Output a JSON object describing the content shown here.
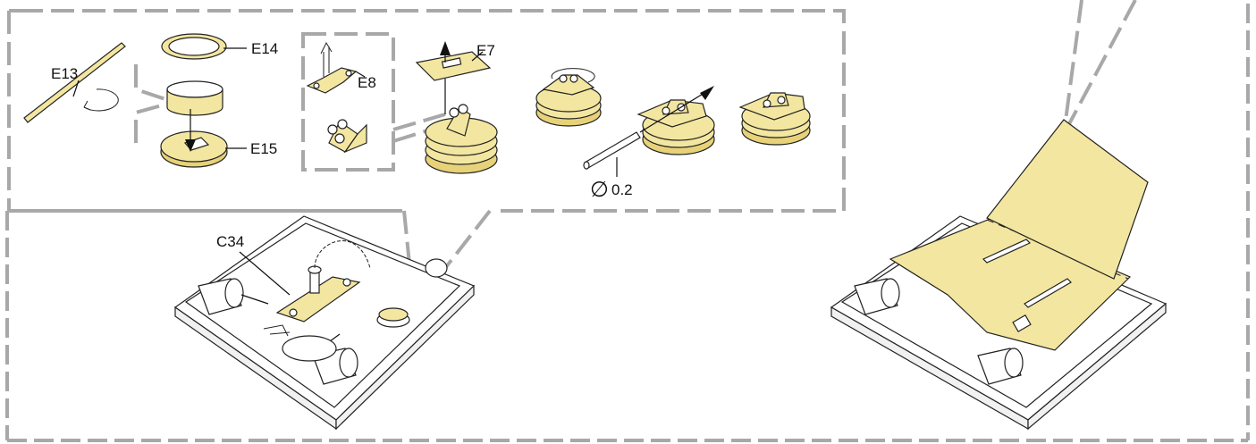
{
  "labels": {
    "e13": "E13",
    "e14": "E14",
    "e15": "E15",
    "e8": "E8",
    "e7": "E7",
    "diameter": "0.2",
    "diameter_symbol": "∅",
    "c34": "C34"
  }
}
